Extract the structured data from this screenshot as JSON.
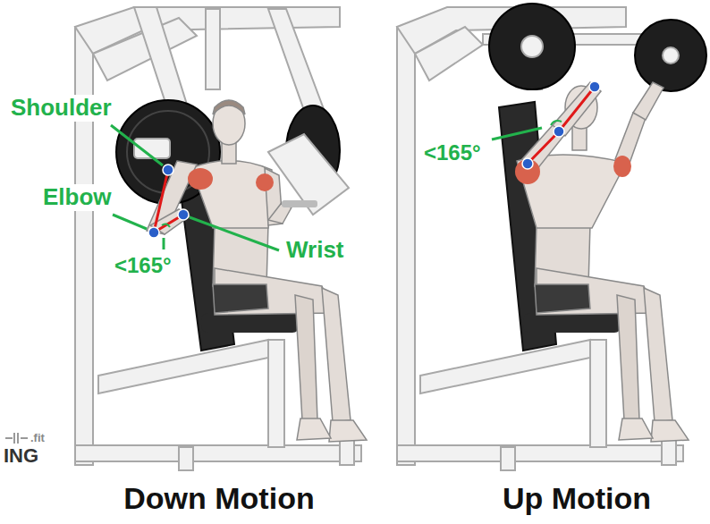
{
  "diagram": {
    "labels": [
      "Shoulder",
      "Elbow",
      "Wrist",
      "<165°",
      "<165°",
      "Down Motion",
      "Up Motion",
      ".fit",
      "ING"
    ]
  }
}
